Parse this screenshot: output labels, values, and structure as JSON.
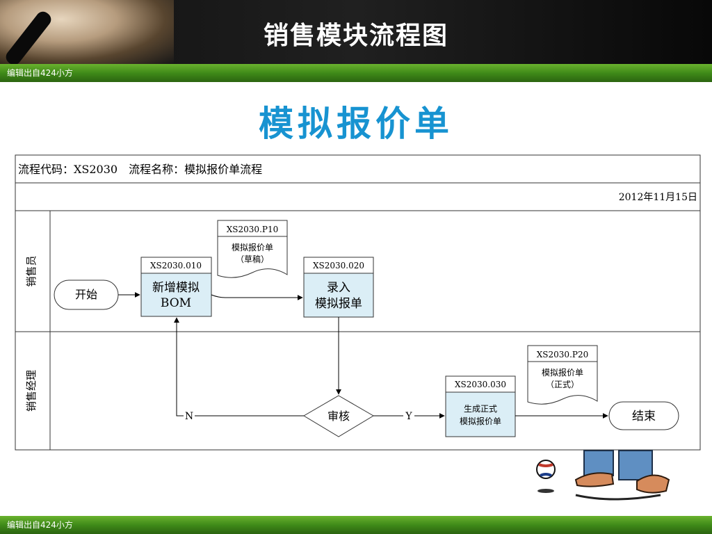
{
  "banner": {
    "title": "销售模块流程图",
    "footer_text": "编辑出自424小方"
  },
  "page_title": "模拟报价单",
  "table": {
    "header": "流程代码：XS2030　流程名称：模拟报价单流程",
    "date": "2012年11月15日"
  },
  "lanes": [
    "销售员",
    "销售经理"
  ],
  "nodes": {
    "start": "开始",
    "end": "结束",
    "p010": {
      "code": "XS2030.010",
      "line1": "新增模拟",
      "line2": "BOM"
    },
    "p020": {
      "code": "XS2030.020",
      "line1": "录入",
      "line2": "模拟报单"
    },
    "p030": {
      "code": "XS2030.030",
      "line1": "生成正式",
      "line2": "模拟报价单"
    },
    "doc_p10": {
      "code": "XS2030.P10",
      "line1": "模拟报价单",
      "line2": "（草稿）"
    },
    "doc_p20": {
      "code": "XS2030.P20",
      "line1": "模拟报价单",
      "line2": "（正式）"
    },
    "review": "审核"
  },
  "labels": {
    "no": "N",
    "yes": "Y"
  },
  "colors": {
    "process_fill": "#dbeef6",
    "accent": "#1793d1",
    "green": "#3f8a19"
  }
}
